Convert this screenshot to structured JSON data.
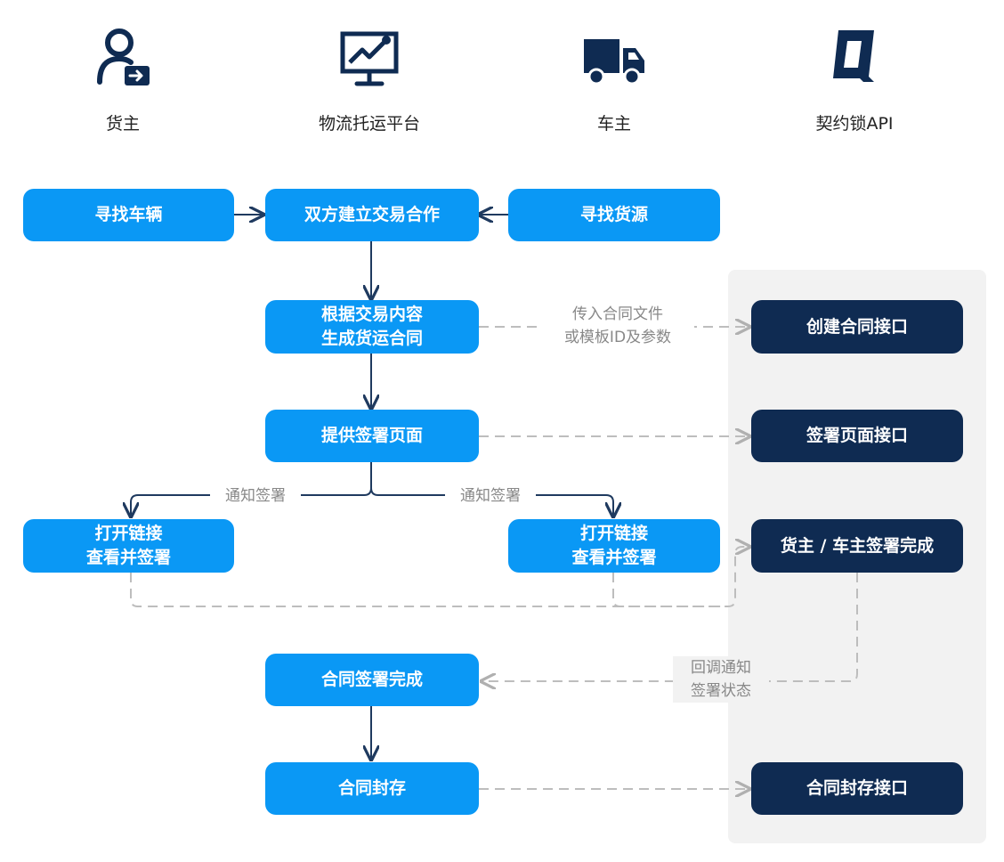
{
  "actors": {
    "shipper": {
      "label": "货主",
      "icon": "user-arrow-icon"
    },
    "platform": {
      "label": "物流托运平台",
      "icon": "monitor-chart-icon"
    },
    "carrier": {
      "label": "车主",
      "icon": "truck-icon"
    },
    "api": {
      "label": "契约锁API",
      "icon": "qiyuesuo-logo-icon"
    }
  },
  "steps": {
    "find_vehicle": "寻找车辆",
    "establish_cooperation": "双方建立交易合作",
    "find_cargo": "寻找货源",
    "generate_contract_line1": "根据交易内容",
    "generate_contract_line2": "生成货运合同",
    "provide_sign_page": "提供签署页面",
    "shipper_open_line1": "打开链接",
    "shipper_open_line2": "查看并签署",
    "carrier_open_line1": "打开链接",
    "carrier_open_line2": "查看并签署",
    "contract_signed": "合同签署完成",
    "contract_archive": "合同封存"
  },
  "api_nodes": {
    "create_contract": "创建合同接口",
    "sign_page": "签署页面接口",
    "signing_done": "货主 / 车主签署完成",
    "archive": "合同封存接口"
  },
  "edge_labels": {
    "pass_file_line1": "传入合同文件",
    "pass_file_line2": "或模板ID及参数",
    "notify_left": "通知签署",
    "notify_right": "通知签署",
    "callback_line1": "回调通知",
    "callback_line2": "签署状态"
  },
  "colors": {
    "step_blue": "#0a98f5",
    "api_navy": "#0f2b52",
    "panel_grey": "#f2f2f2",
    "solid_line": "#1f3a5f",
    "dashed_line": "#bdbdbd"
  }
}
